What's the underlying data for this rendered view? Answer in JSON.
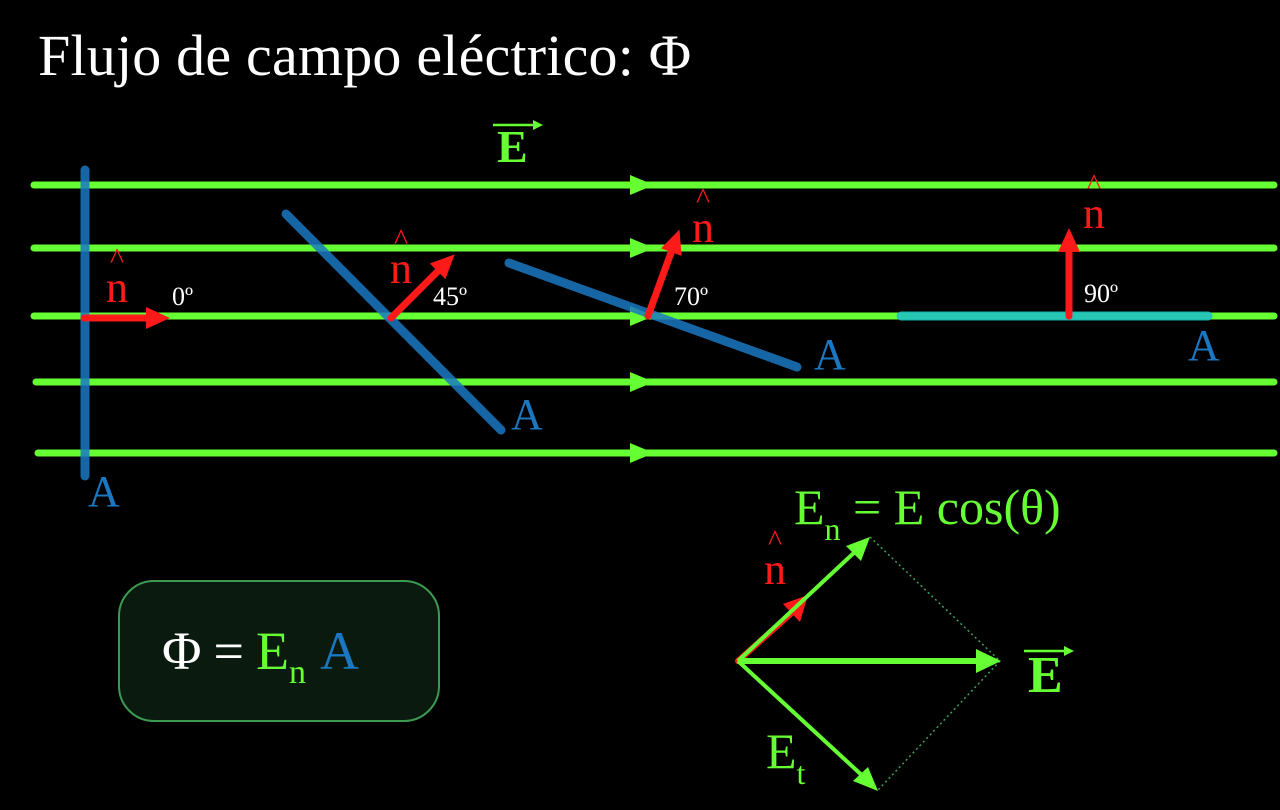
{
  "title": "Flujo de campo eléctrico: Φ",
  "colors": {
    "field": "#66ff33",
    "normal": "#ff1a1a",
    "area": "#1a78c2",
    "area_parallel": "#20c0c0",
    "text": "#ffffff",
    "box_border": "#3c9a52",
    "box_fill": "#0b1a0e"
  },
  "field_label": "E",
  "normal_symbol": "n",
  "hat_symbol": "^",
  "area_label": "A",
  "field_lines": {
    "count": 5,
    "direction": "right"
  },
  "cases": [
    {
      "angle_deg": 0,
      "angle_label": "0º"
    },
    {
      "angle_deg": 45,
      "angle_label": "45º"
    },
    {
      "angle_deg": 70,
      "angle_label": "70º"
    },
    {
      "angle_deg": 90,
      "angle_label": "90º"
    }
  ],
  "formula": {
    "phi": "Φ",
    "equals": "=",
    "e": "E",
    "e_sub": "n",
    "a": "A"
  },
  "decomposition": {
    "en_lhs": "E",
    "en_sub": "n",
    "en_rhs": "= E cos(θ)",
    "et": "E",
    "et_sub": "t",
    "e_label": "E"
  }
}
